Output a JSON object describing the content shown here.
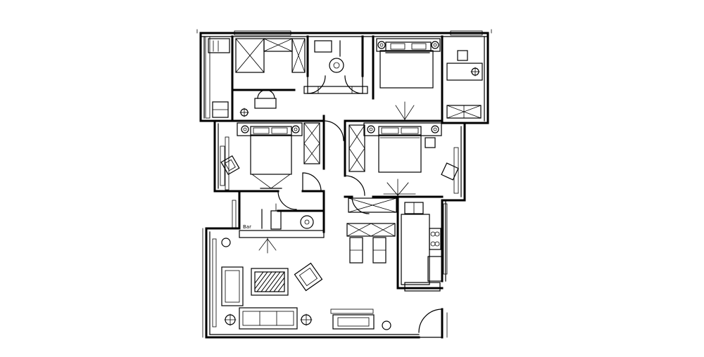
{
  "drawing": {
    "type": "architectural floor plan",
    "line_color": "#000000",
    "background": "#ffffff",
    "annotation_text": "Bar"
  },
  "rooms": [
    {
      "name": "bedroom-top-center",
      "furniture": [
        "double-bed",
        "nightstand-left",
        "nightstand-right",
        "wardrobe"
      ]
    },
    {
      "name": "bedroom-left",
      "furniture": [
        "double-bed",
        "nightstand-left",
        "nightstand-right",
        "wardrobe",
        "desk",
        "chair"
      ]
    },
    {
      "name": "bedroom-right",
      "furniture": [
        "double-bed",
        "nightstand-left",
        "nightstand-right",
        "wardrobe",
        "armchair"
      ]
    },
    {
      "name": "bathroom-top",
      "furniture": [
        "toilet",
        "basin"
      ]
    },
    {
      "name": "bathroom-middle",
      "furniture": [
        "toilet",
        "basin"
      ]
    },
    {
      "name": "living-room",
      "furniture": [
        "sofa",
        "coffee-table",
        "armchair",
        "side-table",
        "tv-unit"
      ]
    },
    {
      "name": "kitchen",
      "furniture": [
        "counter",
        "stove",
        "sink",
        "dining-table",
        "chairs"
      ]
    }
  ]
}
